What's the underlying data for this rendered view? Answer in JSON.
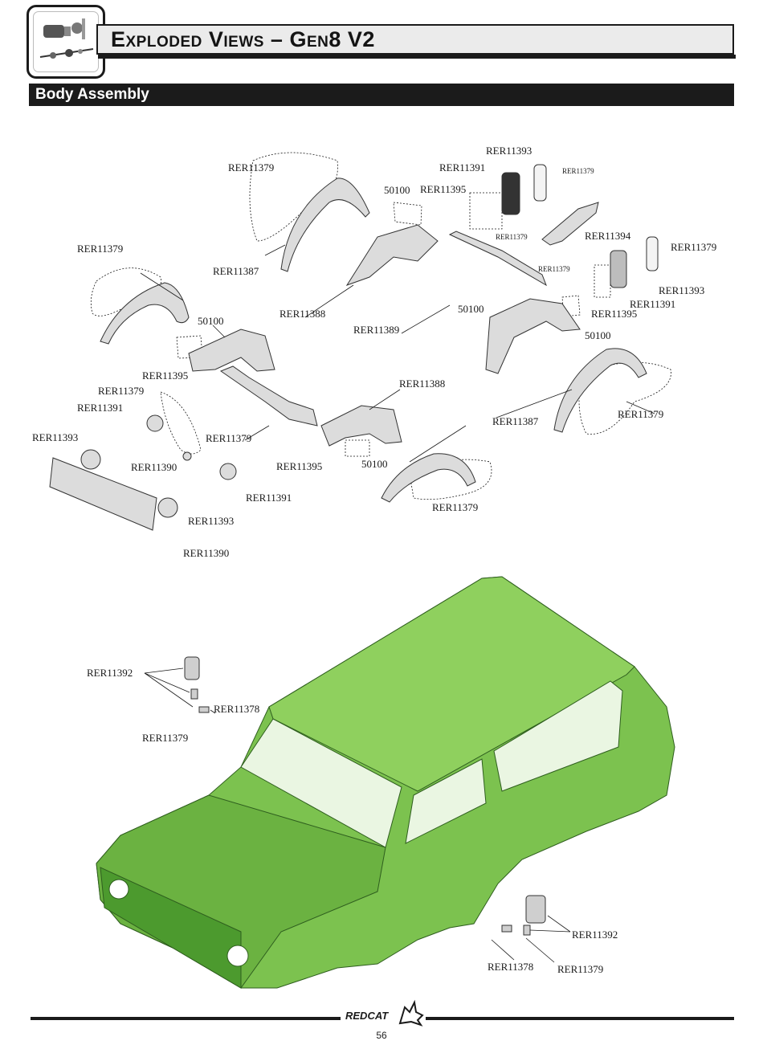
{
  "header": {
    "title": "Exploded Views – Gen8 V2"
  },
  "section": {
    "title": "Body Assembly"
  },
  "labels": {
    "rer11393_top": "RER11393",
    "rer11391_top": "RER11391",
    "rer11379_top_small": "RER11379",
    "rer11395_top": "RER11395",
    "rer11379_top_small2": "RER11379",
    "rer11394": "RER11394",
    "rer11379_right": "RER11379",
    "rer11379_right_small": "RER11379",
    "rer11393_right": "RER11393",
    "rer11391_right": "RER11391",
    "rer11395_right": "RER11395",
    "p50100_right": "50100",
    "p50100_mid": "50100",
    "p50100_top": "50100",
    "rer11379_topleft": "RER11379",
    "rer11379_left": "RER11379",
    "rer11387_left": "RER11387",
    "p50100_left": "50100",
    "rer11388_left": "RER11388",
    "rer11389": "RER11389",
    "rer11395_left": "RER11395",
    "rer11379_left2": "RER11379",
    "rer11391_left": "RER11391",
    "rer11393_left": "RER11393",
    "rer11390_left": "RER11390",
    "rer11379_center": "RER11379",
    "rer11395_center": "RER11395",
    "rer11391_center": "RER11391",
    "rer11393_bottom": "RER11393",
    "rer11390_bottom": "RER11390",
    "p50100_bottom": "50100",
    "rer11388_right": "RER11388",
    "rer11387_right": "RER11387",
    "rer11379_rightfender": "RER11379",
    "rer11379_bottomfender": "RER11379",
    "rer11392_left": "RER11392",
    "rer11378_left": "RER11378",
    "rer11379_mirror_left": "RER11379",
    "rer11392_right": "RER11392",
    "rer11378_right": "RER11378",
    "rer11379_mirror_right": "RER11379"
  },
  "footer": {
    "brand": "REDCAT",
    "page": "56"
  },
  "colors": {
    "body_green": "#7cc24f",
    "body_dark": "#4c9a2e",
    "bar": "#1b1b1b"
  }
}
